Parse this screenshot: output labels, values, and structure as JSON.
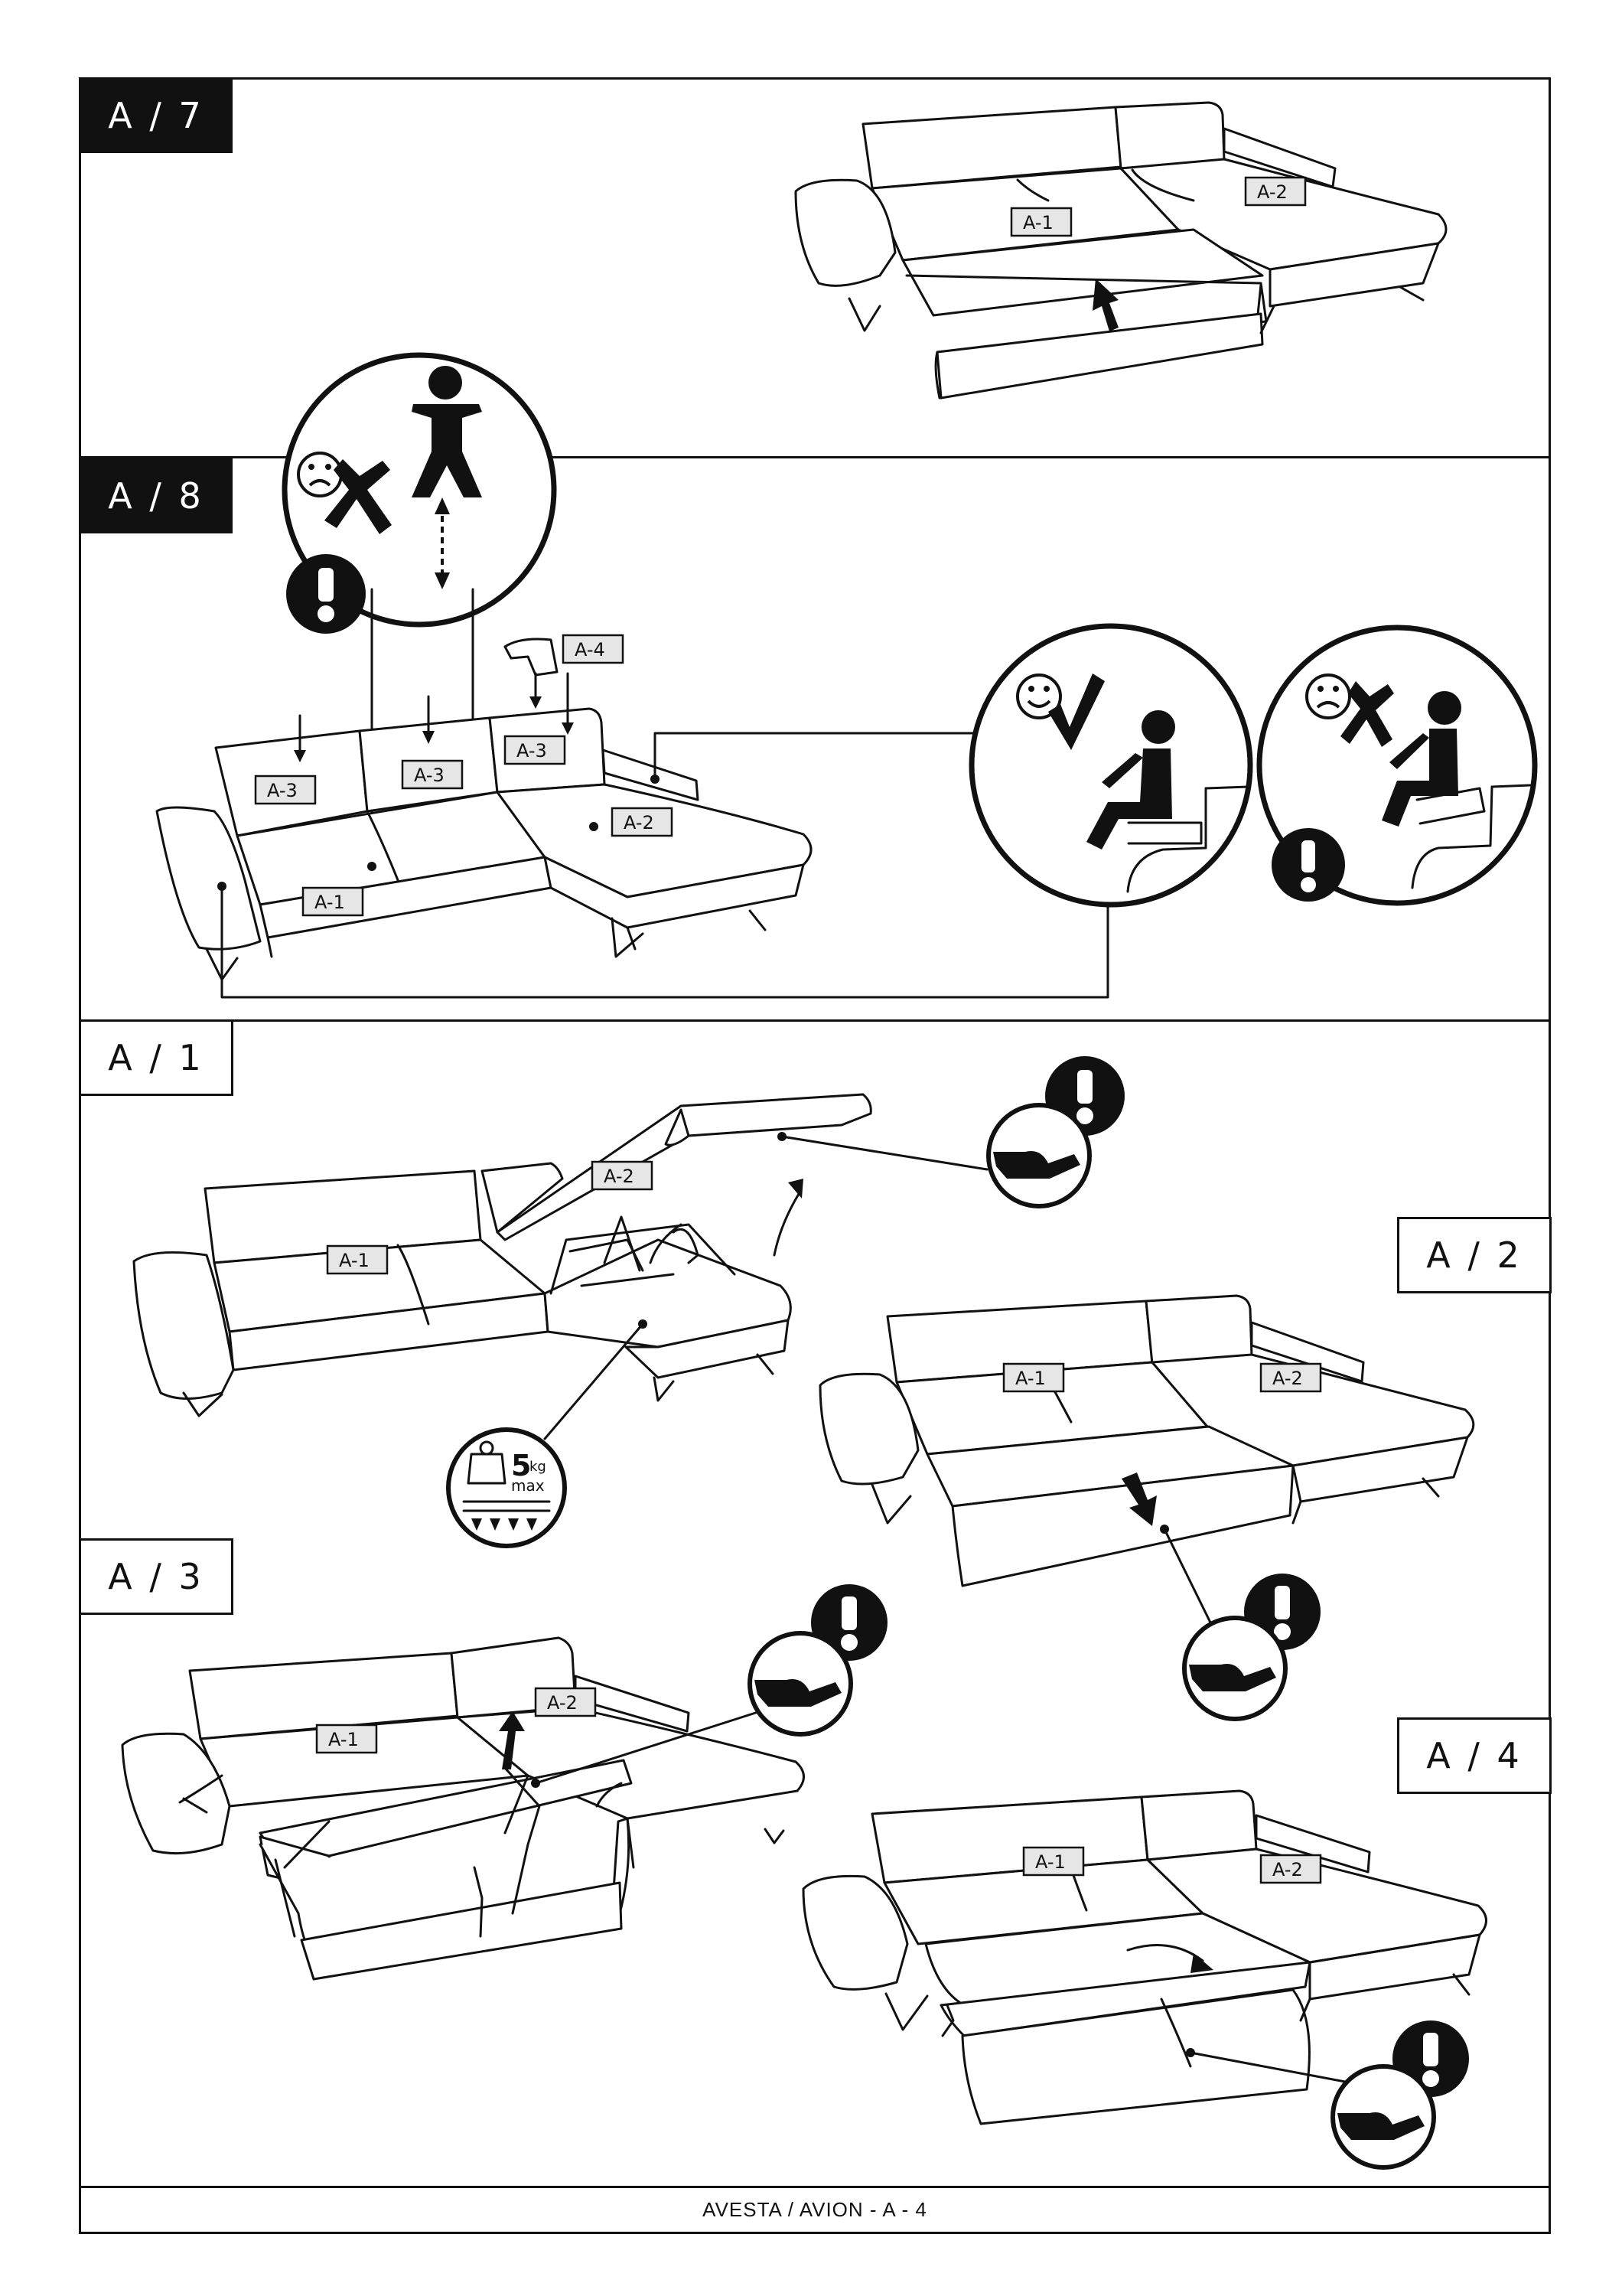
{
  "panels": {
    "a7": "A / 7",
    "a8": "A / 8",
    "a1": "A / 1",
    "a2": "A / 2",
    "a3": "A / 3",
    "a4": "A / 4"
  },
  "parts": {
    "a1": "A-1",
    "a2": "A-2",
    "a3": "A-3",
    "a4": "A-4"
  },
  "weight_limit": {
    "value": "5",
    "unit": "kg",
    "qualifier": "max"
  },
  "footer": "AVESTA / AVION - A - 4",
  "icons": [
    "warning-icon",
    "hand-hold-icon",
    "sad-face-icon",
    "happy-face-icon",
    "check-icon",
    "cross-icon",
    "person-standing-icon",
    "person-sitting-icon",
    "weight-icon",
    "arrow-icon"
  ]
}
